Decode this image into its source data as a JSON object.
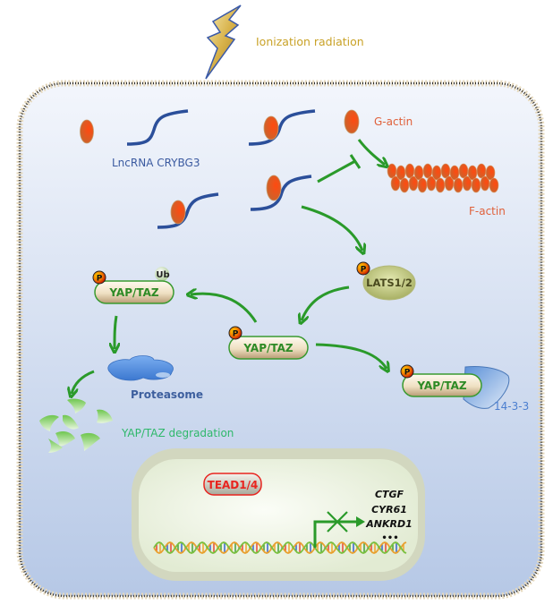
{
  "figure": {
    "title": "Ionization radiation",
    "labels": {
      "lncrna": "LncRNA CRYBG3",
      "g_actin": "G-actin",
      "f_actin": "F-actin",
      "lats": "LATS1/2",
      "yap_taz": "YAP/TAZ",
      "ub": "Ub",
      "phospho": "P",
      "proteasome": "Proteasome",
      "degradation": "YAP/TAZ degradation",
      "protein_1433": "14-3-3",
      "tead": "TEAD1/4",
      "dots": "•••"
    },
    "target_genes": [
      "CTGF",
      "CYR61",
      "ANKRD1"
    ],
    "colors": {
      "arrow": "#2a9a2a",
      "lncrna": "#2b4f9a",
      "actin": "#e85a25",
      "title": "#c9a227",
      "cell_bg_top": "#f2f5fb",
      "cell_bg_bottom": "#b8c9e6",
      "nucleus_outer": "#d3d8c0",
      "nucleus_inner": "#f4f8ec",
      "tead": "#e8241f"
    }
  }
}
